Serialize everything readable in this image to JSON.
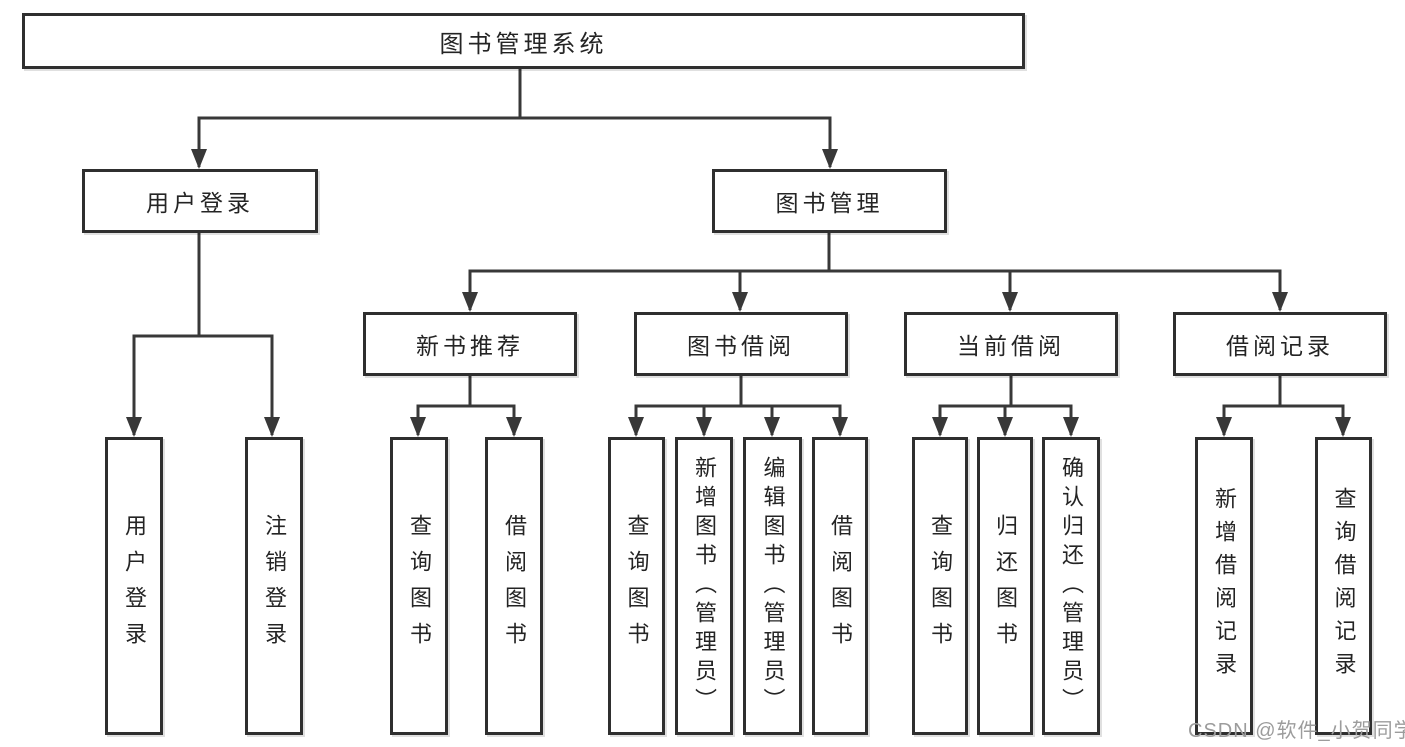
{
  "colors": {
    "line": "#383838",
    "box_border": "#2f2f2f",
    "box_bg": "#ffffff",
    "text": "#242424",
    "watermark": "#9c9c9c"
  },
  "nodes": {
    "root": {
      "label": "图书管理系统"
    },
    "level2": {
      "user_login": {
        "label": "用户登录"
      },
      "book_mgmt": {
        "label": "图书管理"
      }
    },
    "level3": {
      "new_book_rec": {
        "label": "新书推荐"
      },
      "book_borrow": {
        "label": "图书借阅"
      },
      "current_borrow": {
        "label": "当前借阅"
      },
      "borrow_records": {
        "label": "借阅记录"
      }
    },
    "leaves": {
      "login_user_login": {
        "label": "用户登录"
      },
      "login_logout": {
        "label": "注销登录"
      },
      "rec_query_book": {
        "label": "查询图书"
      },
      "rec_borrow_book": {
        "label": "借阅图书"
      },
      "bor_query_book": {
        "label": "查询图书"
      },
      "bor_add_book": {
        "label": "新增图书（管理员）"
      },
      "bor_edit_book": {
        "label": "编辑图书（管理员）"
      },
      "bor_borrow_book": {
        "label": "借阅图书"
      },
      "cur_query_book": {
        "label": "查询图书"
      },
      "cur_return_book": {
        "label": "归还图书"
      },
      "cur_confirm_return": {
        "label": "确认归还（管理员）"
      },
      "log_add_record": {
        "label": "新增借阅记录"
      },
      "log_query_record": {
        "label": "查询借阅记录"
      }
    }
  },
  "watermark": {
    "text": "CSDN @软件_小贺同学"
  }
}
